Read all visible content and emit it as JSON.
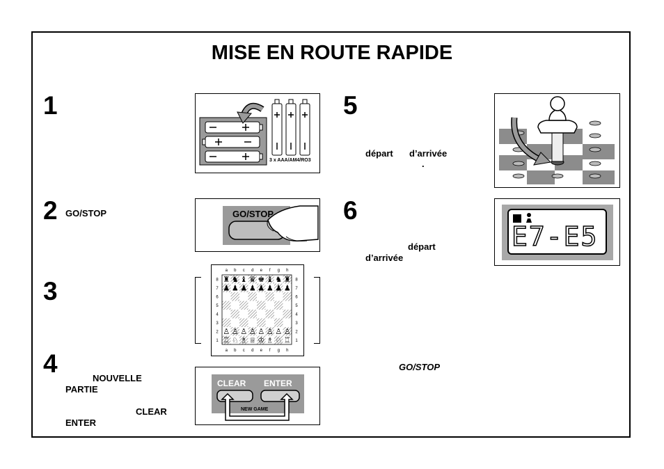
{
  "title": "MISE EN ROUTE RAPIDE",
  "steps": [
    {
      "number": "1"
    },
    {
      "number": "2",
      "key": "GO/STOP"
    },
    {
      "number": "3"
    },
    {
      "number": "4",
      "new_game_1": "NOUVELLE",
      "new_game_2": "PARTIE",
      "clear": "CLEAR",
      "enter": "ENTER"
    },
    {
      "number": "5",
      "from": "départ",
      "to": "d’arrivée",
      "dot": "."
    },
    {
      "number": "6",
      "from": "départ",
      "to": "d’arrivée"
    }
  ],
  "stop_key": "GO/STOP",
  "battery_label": "3 x AAA/AM4/RO3",
  "go_stop_button": "GO/STOP",
  "keypad": {
    "clear": "CLEAR",
    "enter": "ENTER",
    "new_game": "NEW GAME"
  },
  "board_files": [
    "a",
    "b",
    "c",
    "d",
    "e",
    "f",
    "g",
    "h"
  ],
  "board_ranks": [
    "8",
    "7",
    "6",
    "5",
    "4",
    "3",
    "2",
    "1"
  ],
  "lcd": {
    "move": "E7-E5"
  },
  "colors": {
    "panel_gray": "#9a9a9a",
    "dark_square": "#8c8c8c",
    "lcd_gray": "#a8a8a8"
  }
}
